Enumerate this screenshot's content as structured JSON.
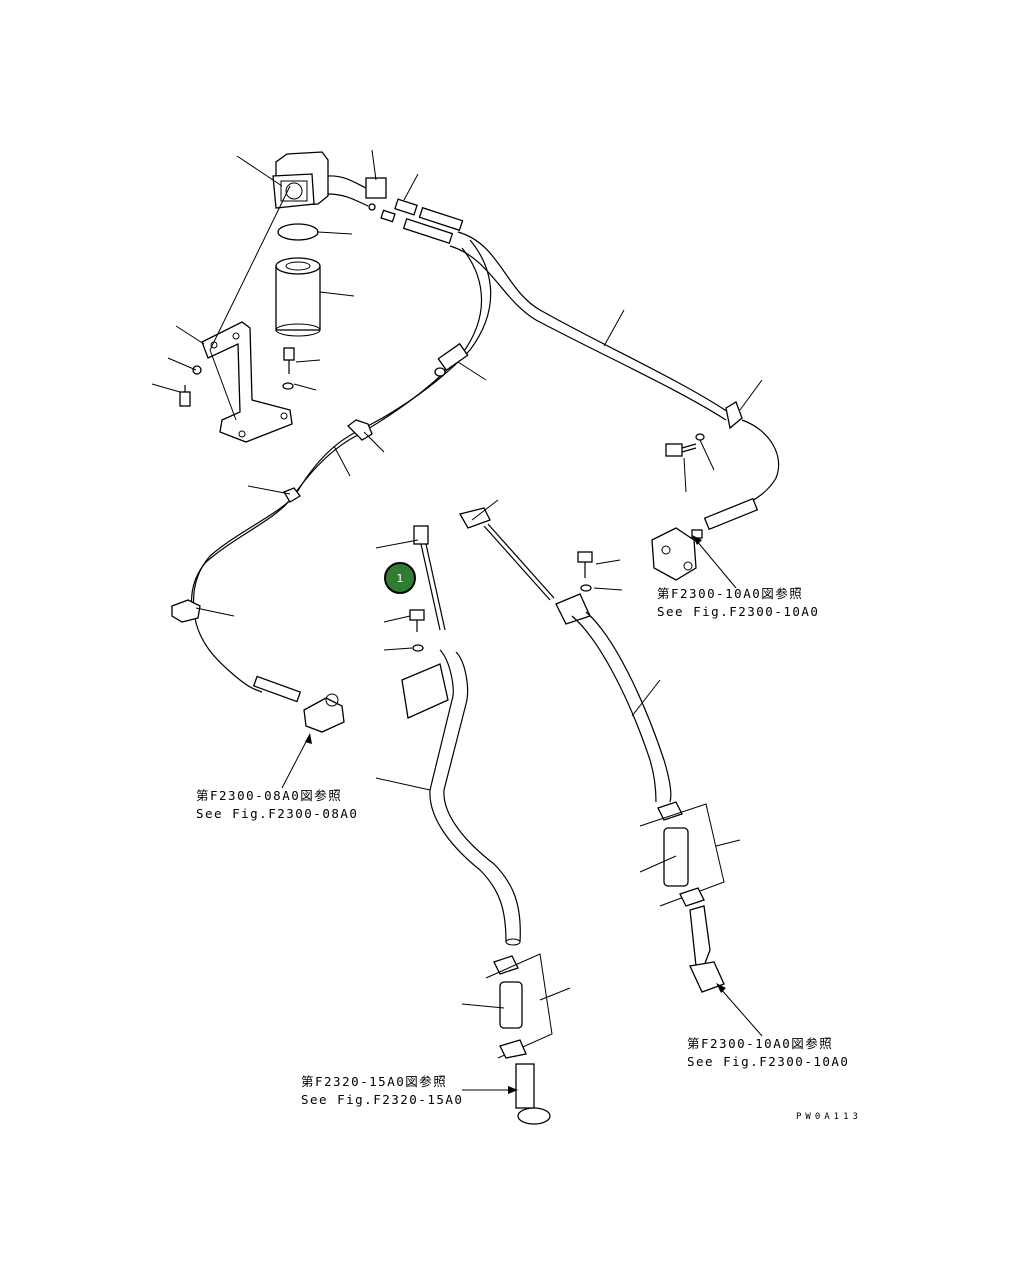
{
  "references": [
    {
      "ja": "第F2300-10A0図参照",
      "en": "See Fig.F2300-10A0"
    },
    {
      "ja": "第F2300-08A0図参照",
      "en": "See Fig.F2300-08A0"
    },
    {
      "ja": "第F2300-10A0図参照",
      "en": "See Fig.F2300-10A0"
    },
    {
      "ja": "第F2320-15A0図参照",
      "en": "See Fig.F2320-15A0"
    }
  ],
  "drawing_code": "PW0A113",
  "badge": {
    "label": "1",
    "color": "#2e7d32"
  }
}
